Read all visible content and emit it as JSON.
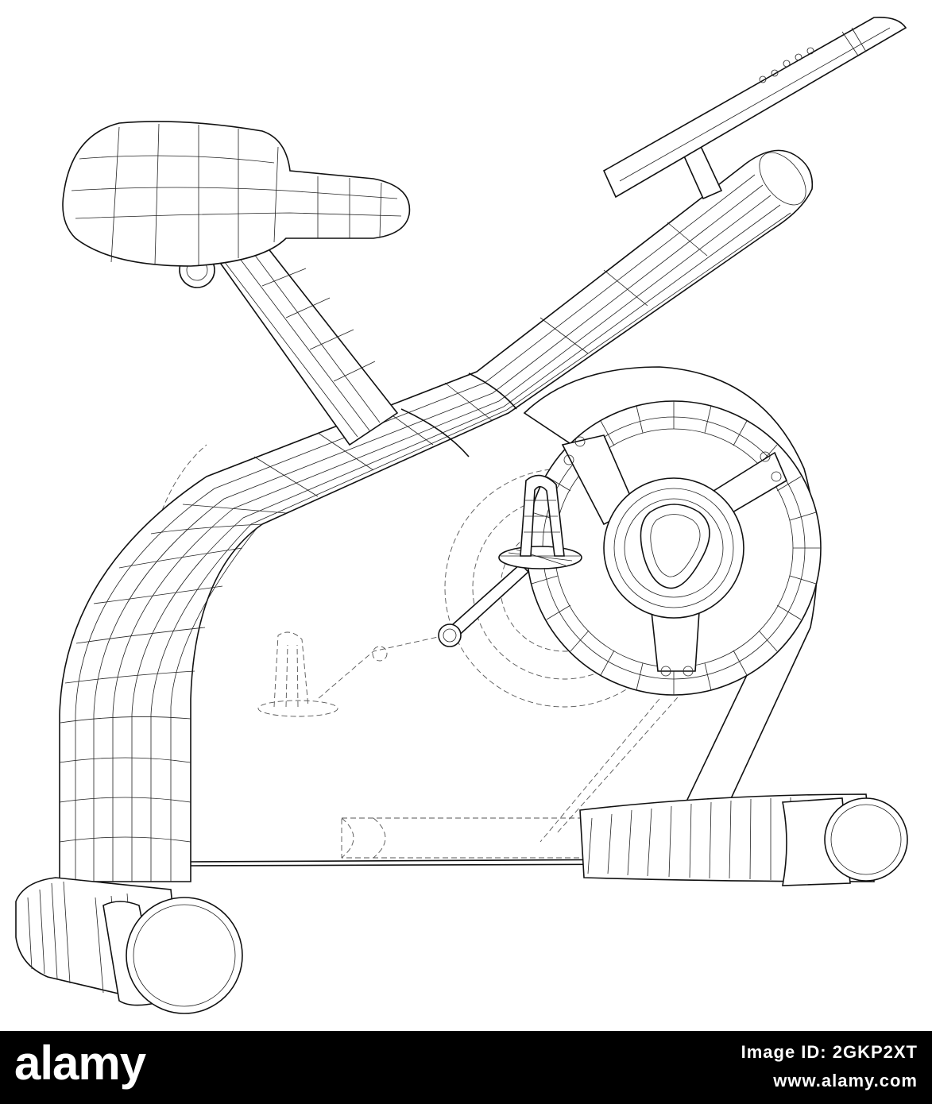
{
  "watermark": {
    "logo_text": "alamy",
    "image_id": "Image ID: 2GKP2XT",
    "site": "www.alamy.com"
  },
  "colors": {
    "background": "#ffffff",
    "line": "#111111",
    "watermark_bar": "#000000"
  }
}
